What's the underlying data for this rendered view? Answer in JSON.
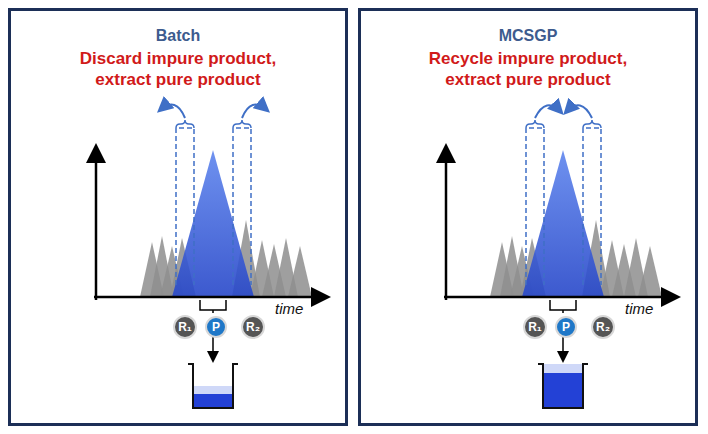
{
  "diagram": {
    "nodes": [
      {
        "text": [
          "Batch",
          "Discard impure product, extract pure product"
        ]
      },
      {
        "text": [
          "R₁"
        ],
        "in": 0
      },
      {
        "text": [
          "P"
        ],
        "in": 0
      },
      {
        "text": [
          "R₂"
        ],
        "in": 0
      },
      {
        "text": [
          "MCSGP",
          "Recycle impure product, extract pure product"
        ]
      },
      {
        "text": [
          "R₁"
        ],
        "in": 4
      },
      {
        "text": [
          "P"
        ],
        "in": 4
      },
      {
        "text": [
          "R₂"
        ],
        "in": 4
      }
    ],
    "labels": [
      "time",
      "time"
    ]
  }
}
